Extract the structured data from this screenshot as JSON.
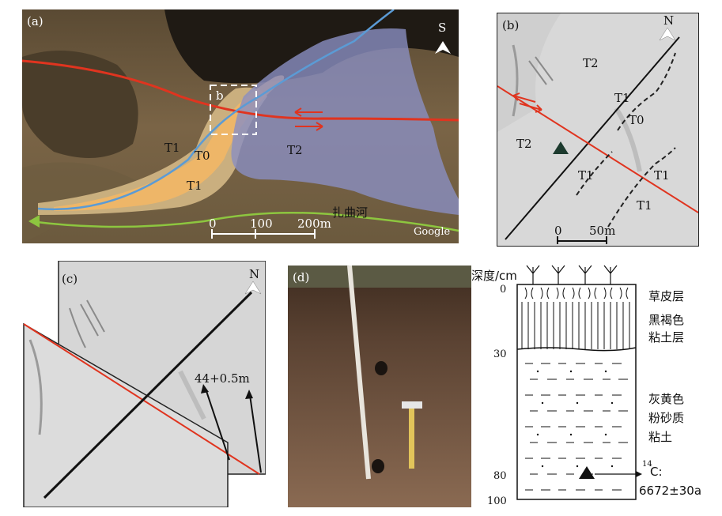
{
  "panel_a": {
    "label": "(a)",
    "north": "S",
    "inset_label": "b",
    "terraces": {
      "t1_left": "T1",
      "t0": "T0",
      "t1_bottom": "T1",
      "t2": "T2"
    },
    "river": "扎曲河",
    "scale": {
      "s0": "0",
      "s1": "100",
      "s2": "200m"
    },
    "watermark": "Google"
  },
  "panel_b": {
    "label": "(b)",
    "north": "N",
    "terraces": {
      "t2_top": "T2",
      "t1_a": "T1",
      "t0": "T0",
      "t2_left": "T2",
      "t1_b": "T1",
      "t1_c": "T1",
      "t1_d": "T1"
    },
    "scale": {
      "s0": "0",
      "s1": "50m"
    }
  },
  "panel_c": {
    "label": "(c)",
    "north": "N",
    "offset": "44+0.5m"
  },
  "panel_d": {
    "label": "(d)"
  },
  "log": {
    "depth_header": "深度/cm",
    "depths": {
      "d0": "0",
      "d30": "30",
      "d80": "80",
      "d100": "100"
    },
    "layer1": "草皮层",
    "layer2_l1": "黑褐色",
    "layer2_l2": "粘土层",
    "layer3_l1": "灰黄色",
    "layer3_l2": "粉砂质",
    "layer3_l3": "粘土",
    "c14_sup": "14",
    "c14_main": "C:",
    "c14_age": "6672±30a"
  },
  "colors": {
    "fault": "#e0341f",
    "river_blue": "#5b9bd5",
    "river_green": "#8dc63f",
    "t1_fill": "#d9bd8a",
    "t0_fill": "#f2b766",
    "t2_fill": "#8a8fc2"
  }
}
